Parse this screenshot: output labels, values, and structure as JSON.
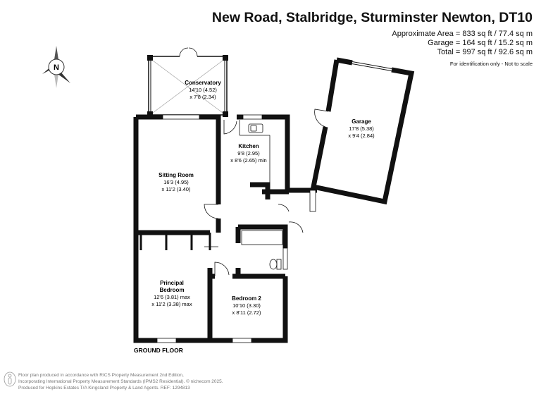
{
  "title": "New Road, Stalbridge, Sturminster Newton, DT10",
  "areas": {
    "approximate": "Approximate Area = 833 sq ft / 77.4 sq m",
    "garage": "Garage = 164 sq ft / 15.2 sq m",
    "total": "Total = 997 sq ft / 92.6 sq m",
    "note": "For identification only - Not to scale"
  },
  "compass": {
    "label": "N"
  },
  "floor_label": "GROUND FLOOR",
  "rooms": {
    "conservatory": {
      "name": "Conservatory",
      "dim1": "14'10 (4.52)",
      "dim2": "x 7'8 (2.34)"
    },
    "kitchen": {
      "name": "Kitchen",
      "dim1": "9'8 (2.95)",
      "dim2": "x 8'6 (2.65) min"
    },
    "sitting": {
      "name": "Sitting Room",
      "dim1": "16'3 (4.95)",
      "dim2": "x 11'2 (3.40)"
    },
    "garage": {
      "name": "Garage",
      "dim1": "17'8 (5.38)",
      "dim2": "x 9'4 (2.84)"
    },
    "principal": {
      "name1": "Principal",
      "name2": "Bedroom",
      "dim1": "12'6 (3.81) max",
      "dim2": "x 11'2 (3.38) max"
    },
    "bedroom2": {
      "name": "Bedroom 2",
      "dim1": "10'10 (3.30)",
      "dim2": "x 8'11 (2.72)"
    }
  },
  "footer": {
    "line1": "Floor plan produced in accordance with RICS Property Measurement 2nd Edition,",
    "line2": "Incorporating International Property Measurement Standards (IPMS2 Residential).   © nichecom 2025.",
    "line3": "Produced for Hopkins Estates T/A Kingsland Property & Land Agents.   REF:  1294813"
  }
}
